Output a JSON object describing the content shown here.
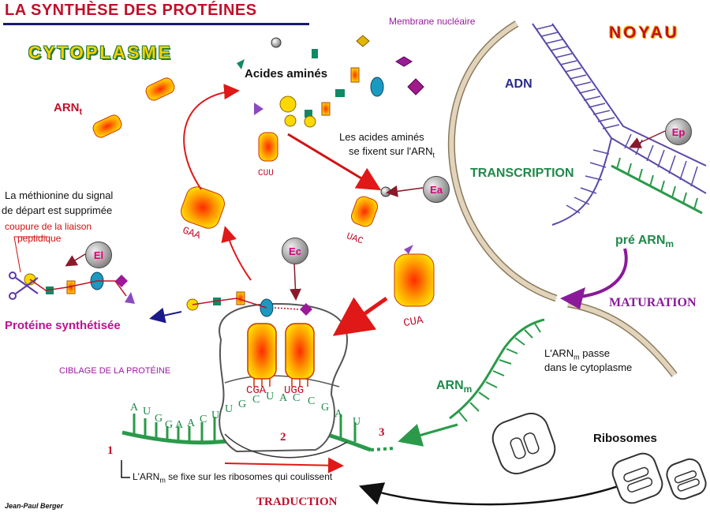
{
  "title": "LA SYNTHÈSE DES PROTÉINES",
  "regions": {
    "cytoplasm": "CYTOPLASME",
    "nucleus": "NOYAU",
    "membrane": "Membrane nucléaire"
  },
  "labels": {
    "amino_acids": "Acides aminés",
    "trna": "ARN",
    "trna_sub": "t",
    "dna": "ADN",
    "transcription": "TRANSCRIPTION",
    "pre_mrna": "pré ARN",
    "pre_mrna_sub": "m",
    "maturation": "MATURATION",
    "mrna": "ARN",
    "mrna_sub": "m",
    "ribosomes": "Ribosomes",
    "translation": "TRADUCTION",
    "protein": "Protéine synthétisée",
    "targeting": "CIBLAGE DE LA PROTÉINE",
    "author": "Jean-Paul Berger"
  },
  "notes": {
    "aa_fix_1": "Les acides aminés",
    "aa_fix_2": "se fixent sur l'ARN",
    "aa_fix_sub": "t",
    "methionine_1": "La méthionine du signal",
    "methionine_2": "de départ est supprimée",
    "peptide_1": "coupure de la liaison",
    "peptide_2": "peptidique",
    "mrna_pass_1": "L'ARN",
    "mrna_pass_sub": "m",
    "mrna_pass_2": " passe",
    "mrna_pass_3": "dans le cytoplasme",
    "ribo_fix_1": "L'ARN",
    "ribo_fix_sub": "m",
    "ribo_fix_2": " se fixe sur les ribosomes qui coulissent"
  },
  "enzymes": {
    "ep": "Ep",
    "ea": "Ea",
    "ec": "Ec",
    "el": "El"
  },
  "steps": {
    "s1": "1",
    "s2": "2",
    "s3": "3"
  },
  "anticodons": {
    "trna_top": "UAC",
    "trna_cuu": "CUU",
    "trna_gaa": "GAA",
    "trna_uac": "UAC",
    "trna_cua": "CUA",
    "ribo_left": "CGA",
    "ribo_right": "UGG"
  },
  "mrna_bases": [
    "A",
    "U",
    "G",
    "G",
    "A",
    "A",
    "C",
    "U",
    "U",
    "G",
    "C",
    "U",
    "A",
    "C",
    "C",
    "G",
    "A",
    "U"
  ],
  "colors": {
    "title": "#c0102a",
    "mrna": "#1e8a4a",
    "dna": "#5a4aa8",
    "membrane": "#c9b79a",
    "maturation": "#8a1a9a"
  }
}
